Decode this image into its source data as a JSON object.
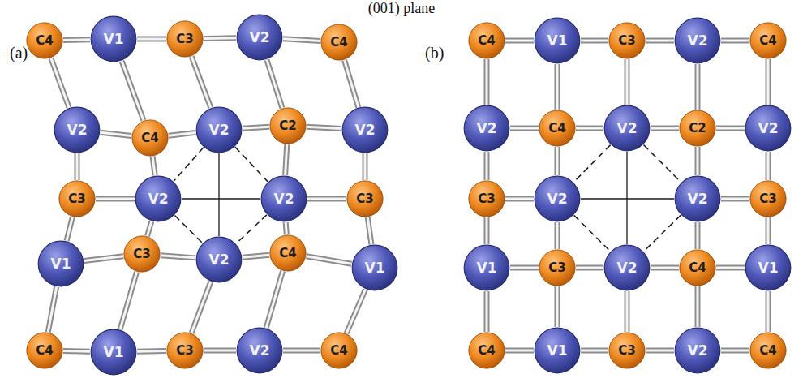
{
  "diagram": {
    "title": "(001) plane",
    "nodes": [
      {
        "text": [
          "C4"
        ]
      },
      {
        "text": [
          "V1"
        ]
      },
      {
        "text": [
          "C3"
        ]
      },
      {
        "text": [
          "V2"
        ]
      },
      {
        "text": [
          "C4"
        ]
      },
      {
        "text": [
          "V2"
        ]
      },
      {
        "text": [
          "C4"
        ]
      },
      {
        "text": [
          "V2"
        ]
      },
      {
        "text": [
          "C2"
        ]
      },
      {
        "text": [
          "V2"
        ]
      },
      {
        "text": [
          "C3"
        ]
      },
      {
        "text": [
          "V2"
        ]
      },
      {
        "text": [
          "V2"
        ]
      },
      {
        "text": [
          "C3"
        ]
      },
      {
        "text": [
          "V1"
        ]
      },
      {
        "text": [
          "C3"
        ]
      },
      {
        "text": [
          "V2"
        ]
      },
      {
        "text": [
          "C4"
        ]
      },
      {
        "text": [
          "V1"
        ]
      },
      {
        "text": [
          "C4"
        ]
      },
      {
        "text": [
          "V1"
        ]
      },
      {
        "text": [
          "C3"
        ]
      },
      {
        "text": [
          "V2"
        ]
      },
      {
        "text": [
          "C4"
        ]
      },
      {
        "text": [
          "C4"
        ]
      },
      {
        "text": [
          "V1"
        ]
      },
      {
        "text": [
          "C3"
        ]
      },
      {
        "text": [
          "V2"
        ]
      },
      {
        "text": [
          "C4"
        ]
      },
      {
        "text": [
          "V2"
        ]
      },
      {
        "text": [
          "C4"
        ]
      },
      {
        "text": [
          "V2"
        ]
      },
      {
        "text": [
          "C2"
        ]
      },
      {
        "text": [
          "V2"
        ]
      },
      {
        "text": [
          "C3"
        ]
      },
      {
        "text": [
          "V2"
        ]
      },
      {
        "text": [
          "V2"
        ]
      },
      {
        "text": [
          "C3"
        ]
      },
      {
        "text": [
          "V1"
        ]
      },
      {
        "text": [
          "C3"
        ]
      },
      {
        "text": [
          "V2"
        ]
      },
      {
        "text": [
          "C4"
        ]
      },
      {
        "text": [
          "V1"
        ]
      },
      {
        "text": [
          "C4"
        ]
      },
      {
        "text": [
          "V1"
        ]
      },
      {
        "text": [
          "C3"
        ]
      },
      {
        "text": [
          "V2"
        ]
      },
      {
        "text": [
          "C4"
        ]
      }
    ],
    "edges": [
      {
        "from": 0,
        "to": 1,
        "arrow": "none"
      },
      {
        "from": 1,
        "to": 2,
        "arrow": "none"
      },
      {
        "from": 2,
        "to": 3,
        "arrow": "none"
      },
      {
        "from": 3,
        "to": 4,
        "arrow": "none"
      },
      {
        "from": 5,
        "to": 6,
        "arrow": "none"
      },
      {
        "from": 6,
        "to": 7,
        "arrow": "none"
      },
      {
        "from": 7,
        "to": 8,
        "arrow": "none"
      },
      {
        "from": 8,
        "to": 9,
        "arrow": "none"
      },
      {
        "from": 10,
        "to": 11,
        "arrow": "none"
      },
      {
        "from": 12,
        "to": 13,
        "arrow": "none"
      },
      {
        "from": 14,
        "to": 15,
        "arrow": "none"
      },
      {
        "from": 15,
        "to": 16,
        "arrow": "none"
      },
      {
        "from": 16,
        "to": 17,
        "arrow": "none"
      },
      {
        "from": 17,
        "to": 18,
        "arrow": "none"
      },
      {
        "from": 19,
        "to": 20,
        "arrow": "none"
      },
      {
        "from": 20,
        "to": 21,
        "arrow": "none"
      },
      {
        "from": 21,
        "to": 22,
        "arrow": "none"
      },
      {
        "from": 22,
        "to": 23,
        "arrow": "none"
      },
      {
        "from": 0,
        "to": 5,
        "arrow": "none"
      },
      {
        "from": 5,
        "to": 10,
        "arrow": "none"
      },
      {
        "from": 10,
        "to": 14,
        "arrow": "none"
      },
      {
        "from": 14,
        "to": 19,
        "arrow": "none"
      },
      {
        "from": 1,
        "to": 6,
        "arrow": "none"
      },
      {
        "from": 6,
        "to": 11,
        "arrow": "none"
      },
      {
        "from": 11,
        "to": 15,
        "arrow": "none"
      },
      {
        "from": 15,
        "to": 20,
        "arrow": "none"
      },
      {
        "from": 2,
        "to": 7,
        "arrow": "none"
      },
      {
        "from": 16,
        "to": 21,
        "arrow": "none"
      },
      {
        "from": 3,
        "to": 8,
        "arrow": "none"
      },
      {
        "from": 8,
        "to": 12,
        "arrow": "none"
      },
      {
        "from": 12,
        "to": 17,
        "arrow": "none"
      },
      {
        "from": 17,
        "to": 22,
        "arrow": "none"
      },
      {
        "from": 4,
        "to": 9,
        "arrow": "none"
      },
      {
        "from": 9,
        "to": 13,
        "arrow": "none"
      },
      {
        "from": 13,
        "to": 18,
        "arrow": "none"
      },
      {
        "from": 18,
        "to": 23,
        "arrow": "none"
      },
      {
        "from": 11,
        "to": 12,
        "arrow": "none"
      },
      {
        "from": 7,
        "to": 16,
        "arrow": "none"
      },
      {
        "from": 7,
        "to": 11,
        "arrow": "none"
      },
      {
        "from": 7,
        "to": 12,
        "arrow": "none"
      },
      {
        "from": 11,
        "to": 16,
        "arrow": "none"
      },
      {
        "from": 12,
        "to": 16,
        "arrow": "none"
      },
      {
        "from": 24,
        "to": 25,
        "arrow": "none"
      },
      {
        "from": 25,
        "to": 26,
        "arrow": "none"
      },
      {
        "from": 26,
        "to": 27,
        "arrow": "none"
      },
      {
        "from": 27,
        "to": 28,
        "arrow": "none"
      },
      {
        "from": 29,
        "to": 30,
        "arrow": "none"
      },
      {
        "from": 30,
        "to": 31,
        "arrow": "none"
      },
      {
        "from": 31,
        "to": 32,
        "arrow": "none"
      },
      {
        "from": 32,
        "to": 33,
        "arrow": "none"
      },
      {
        "from": 34,
        "to": 35,
        "arrow": "none"
      },
      {
        "from": 36,
        "to": 37,
        "arrow": "none"
      },
      {
        "from": 38,
        "to": 39,
        "arrow": "none"
      },
      {
        "from": 39,
        "to": 40,
        "arrow": "none"
      },
      {
        "from": 40,
        "to": 41,
        "arrow": "none"
      },
      {
        "from": 41,
        "to": 42,
        "arrow": "none"
      },
      {
        "from": 43,
        "to": 44,
        "arrow": "none"
      },
      {
        "from": 44,
        "to": 45,
        "arrow": "none"
      },
      {
        "from": 45,
        "to": 46,
        "arrow": "none"
      },
      {
        "from": 46,
        "to": 47,
        "arrow": "none"
      },
      {
        "from": 24,
        "to": 29,
        "arrow": "none"
      },
      {
        "from": 29,
        "to": 34,
        "arrow": "none"
      },
      {
        "from": 34,
        "to": 38,
        "arrow": "none"
      },
      {
        "from": 38,
        "to": 43,
        "arrow": "none"
      },
      {
        "from": 25,
        "to": 30,
        "arrow": "none"
      },
      {
        "from": 30,
        "to": 35,
        "arrow": "none"
      },
      {
        "from": 35,
        "to": 39,
        "arrow": "none"
      },
      {
        "from": 39,
        "to": 44,
        "arrow": "none"
      },
      {
        "from": 26,
        "to": 31,
        "arrow": "none"
      },
      {
        "from": 40,
        "to": 45,
        "arrow": "none"
      },
      {
        "from": 27,
        "to": 32,
        "arrow": "none"
      },
      {
        "from": 32,
        "to": 36,
        "arrow": "none"
      },
      {
        "from": 36,
        "to": 41,
        "arrow": "none"
      },
      {
        "from": 41,
        "to": 46,
        "arrow": "none"
      },
      {
        "from": 28,
        "to": 33,
        "arrow": "none"
      },
      {
        "from": 33,
        "to": 37,
        "arrow": "none"
      },
      {
        "from": 37,
        "to": 42,
        "arrow": "none"
      },
      {
        "from": 42,
        "to": 47,
        "arrow": "none"
      },
      {
        "from": 35,
        "to": 36,
        "arrow": "none"
      },
      {
        "from": 31,
        "to": 40,
        "arrow": "none"
      },
      {
        "from": 31,
        "to": 35,
        "arrow": "none"
      },
      {
        "from": 31,
        "to": 36,
        "arrow": "none"
      },
      {
        "from": 35,
        "to": 40,
        "arrow": "none"
      },
      {
        "from": 36,
        "to": 40,
        "arrow": "none"
      }
    ],
    "labels": [
      "(a)",
      "(b)"
    ]
  }
}
